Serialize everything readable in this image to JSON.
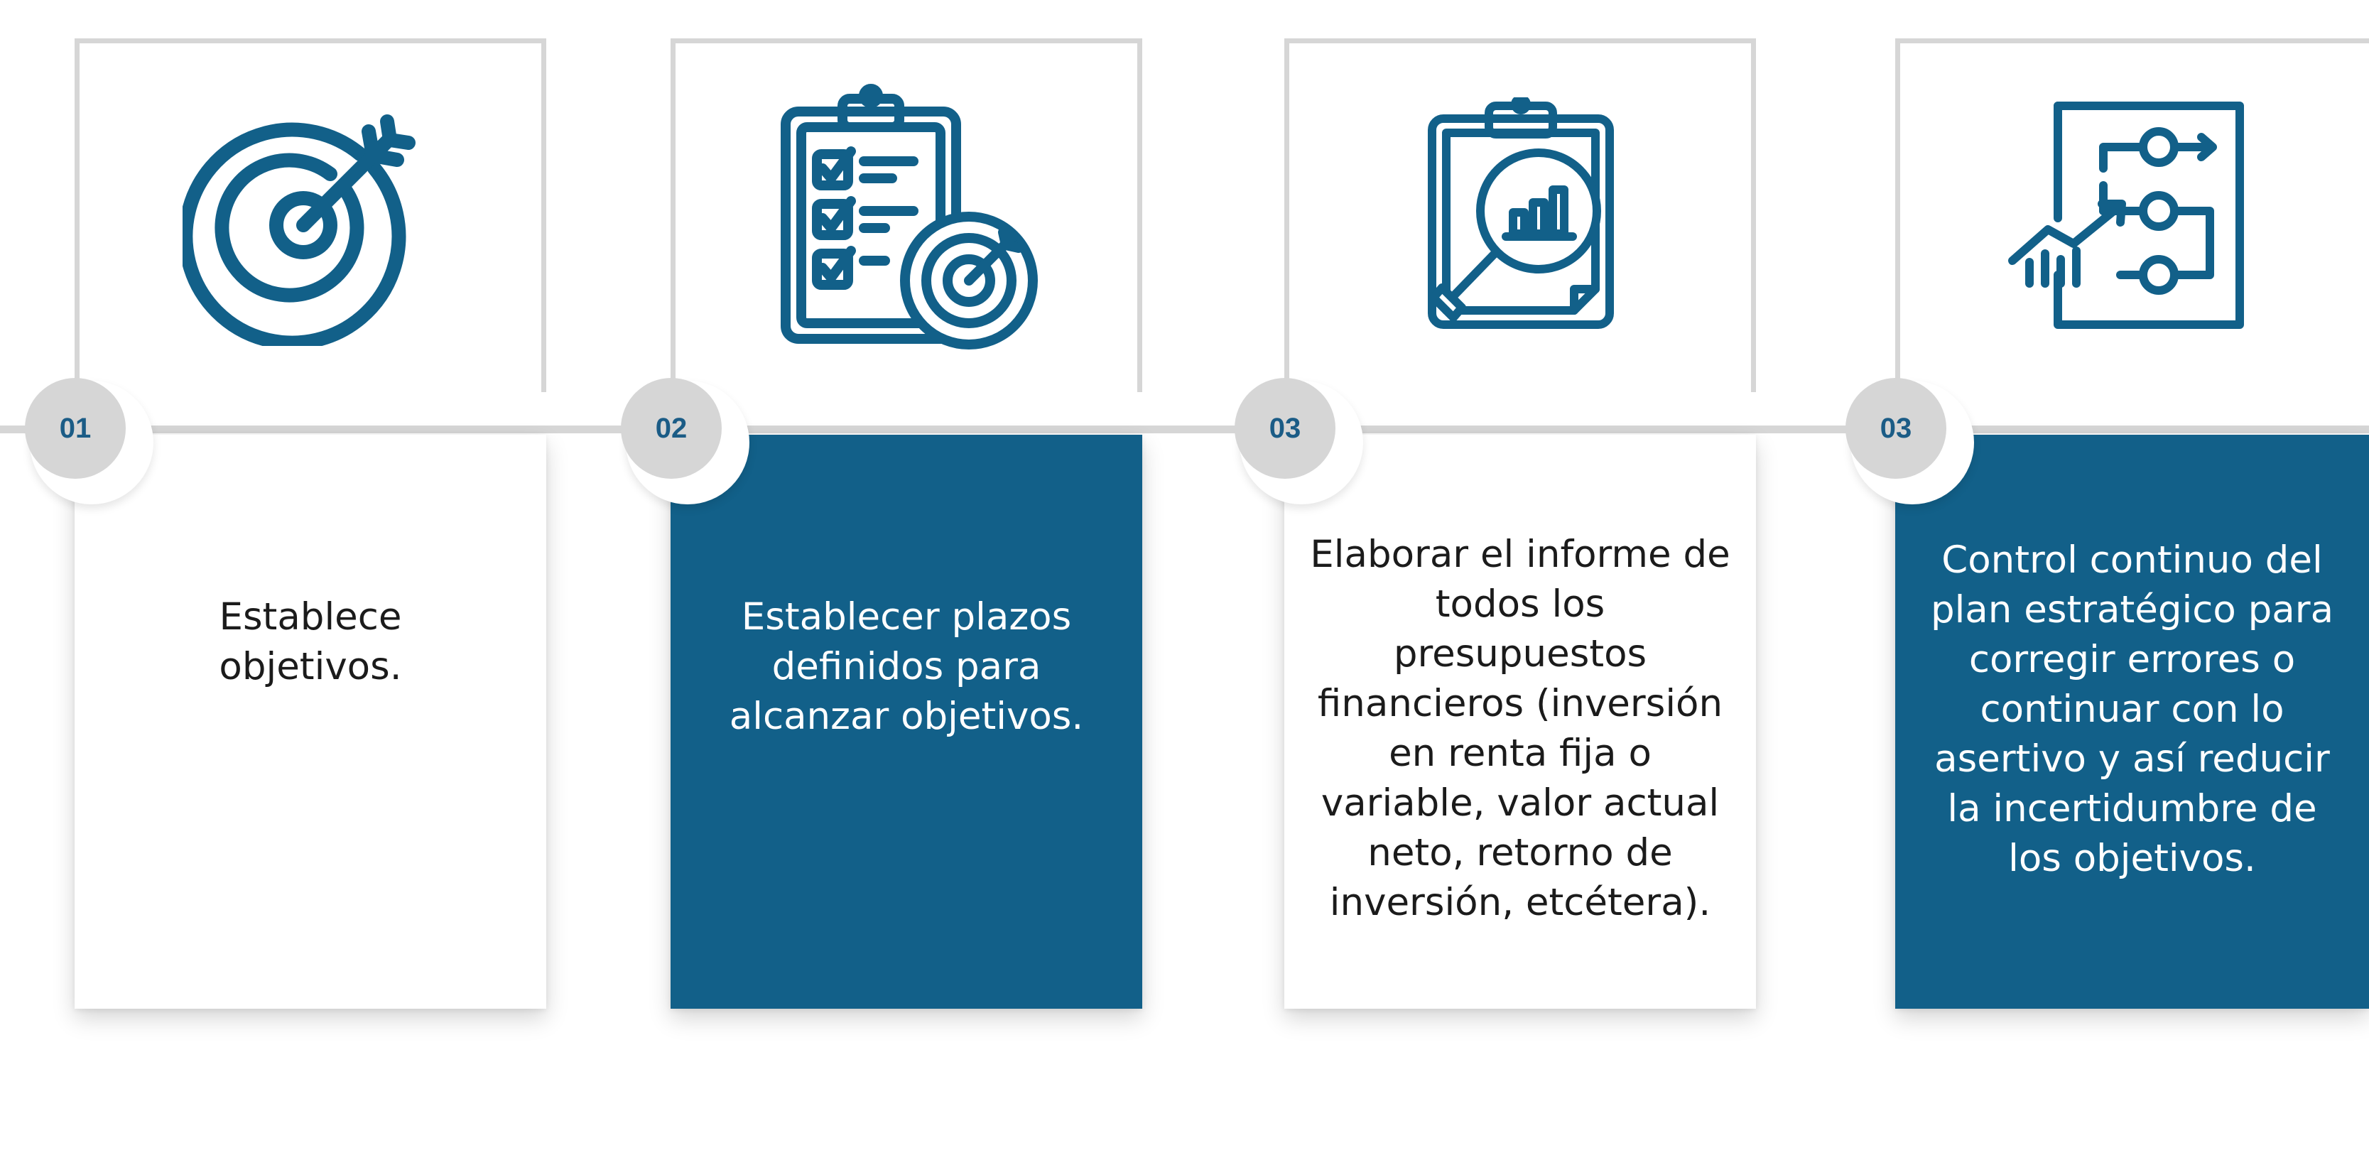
{
  "colors": {
    "accent": "#126089",
    "badge_text": "#1b5c86",
    "badge_bg": "#d6d6d6",
    "frame_border": "#d6d6d6",
    "card_light_text": "#1b1b1b",
    "card_dark_text": "#ffffff"
  },
  "steps": [
    {
      "number": "01",
      "icon": "target-arrow-icon",
      "text": "Establece objetivos.",
      "card_style": "light"
    },
    {
      "number": "02",
      "icon": "checklist-target-icon",
      "text": "Establecer plazos definidos para alcanzar  objetivos.",
      "card_style": "dark"
    },
    {
      "number": "03",
      "icon": "report-magnifier-chart-icon",
      "text": "Elaborar el  informe de  todos los presupuestos financieros (inversión en renta fija o variable, valor  actual neto,  retorno de inversión, etcétera).",
      "card_style": "light"
    },
    {
      "number": "03",
      "icon": "flowchart-growth-icon",
      "text": "Control continuo del plan  estratégico para  corregir errores o continuar con  lo asertivo y así reducir la incertidumbre  de los objetivos.",
      "card_style": "dark"
    }
  ]
}
